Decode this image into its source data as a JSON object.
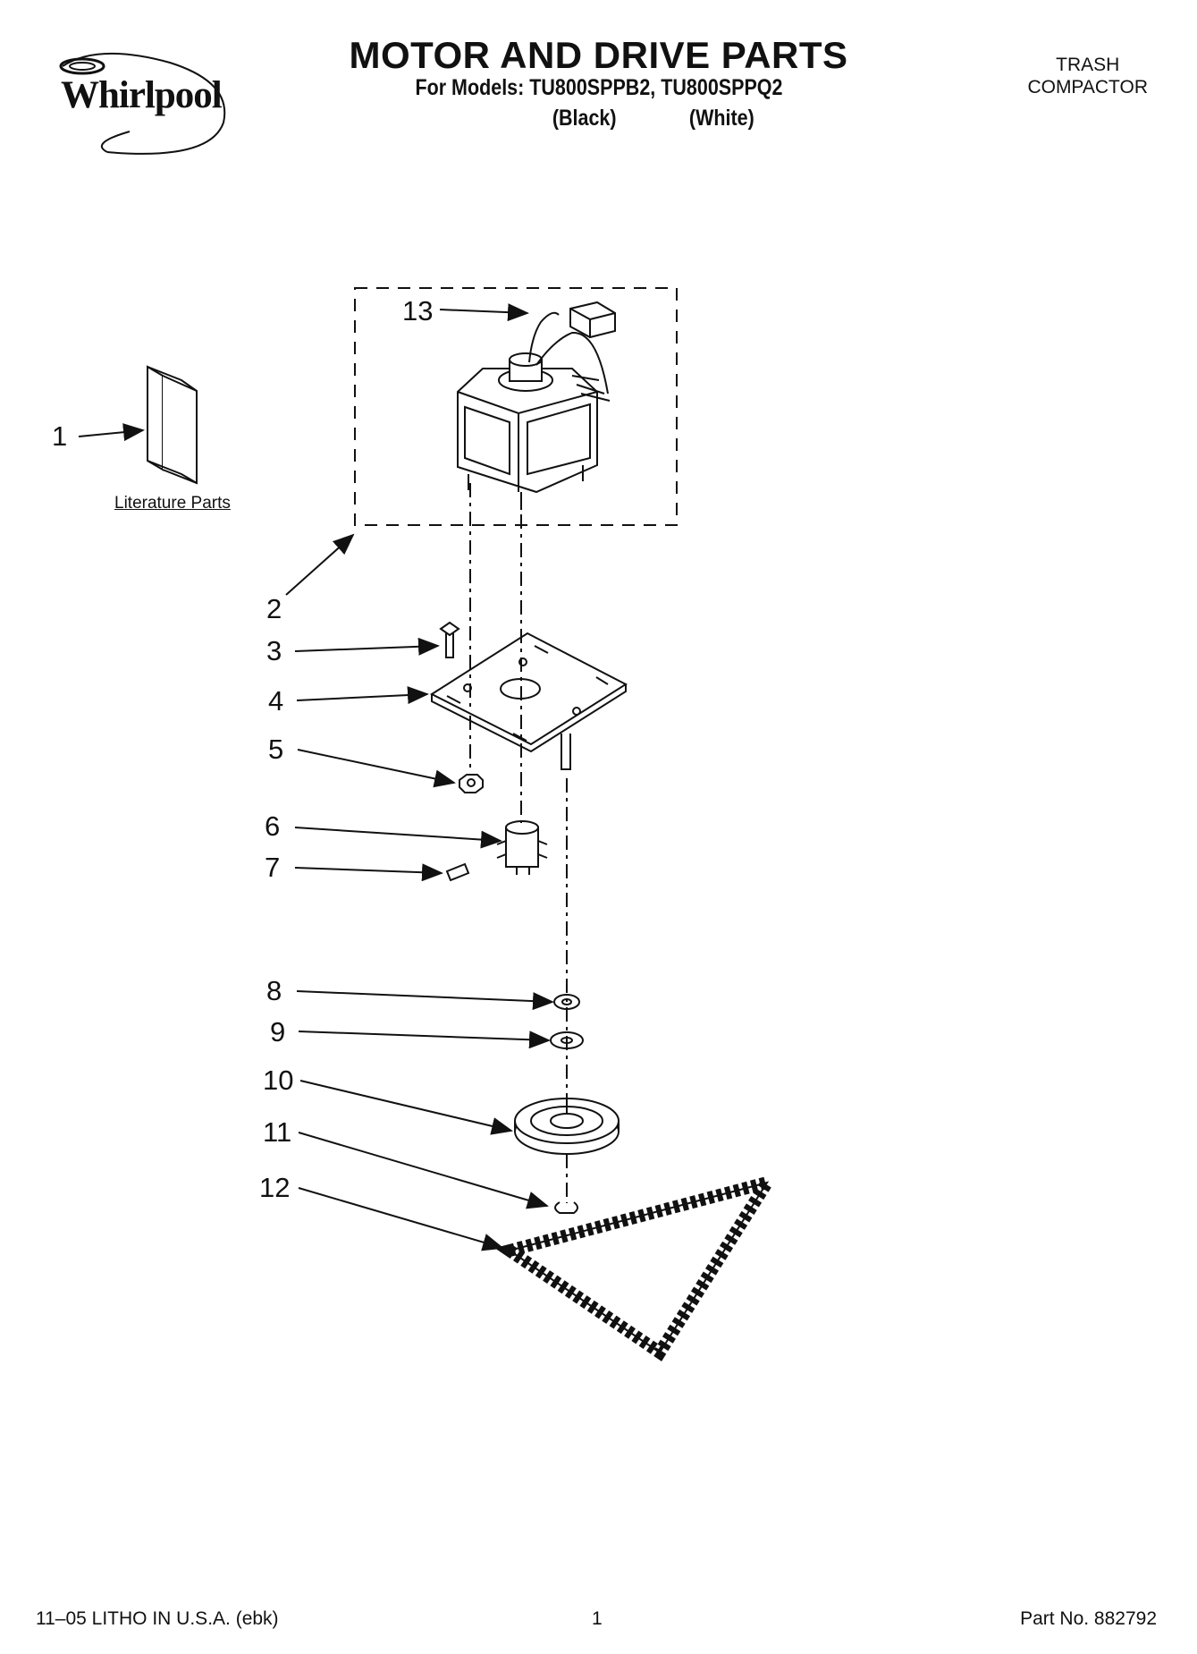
{
  "header": {
    "brand": "Whirlpool",
    "title": "MOTOR AND DRIVE PARTS",
    "models_line": "For Models: TU800SPPB2, TU800SPPQ2",
    "variants": [
      "(Black)",
      "(White)"
    ],
    "category_line1": "TRASH",
    "category_line2": "COMPACTOR"
  },
  "diagram": {
    "literature_label": "Literature Parts",
    "callouts": [
      "1",
      "2",
      "3",
      "4",
      "5",
      "6",
      "7",
      "8",
      "9",
      "10",
      "11",
      "12",
      "13"
    ]
  },
  "footer": {
    "print_info": "11–05 LITHO IN U.S.A. (ebk)",
    "page_number": "1",
    "part_number": "Part No. 882792"
  }
}
